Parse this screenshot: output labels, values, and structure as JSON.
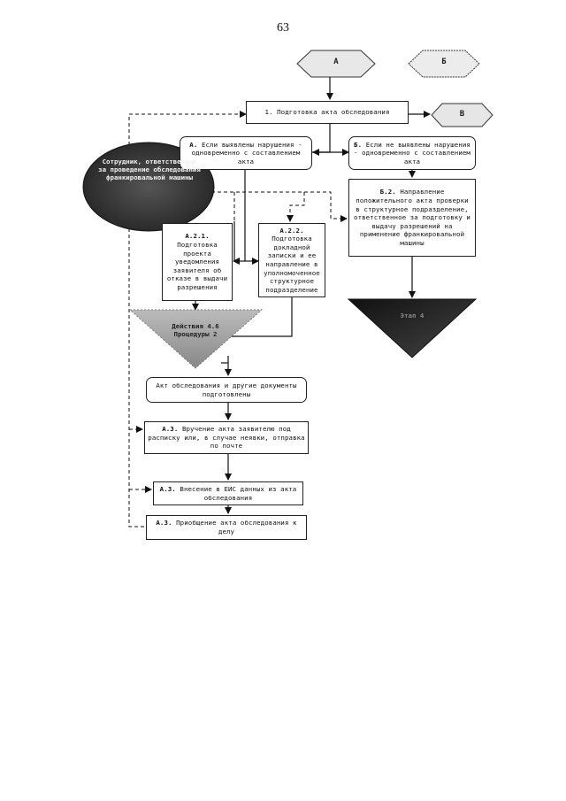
{
  "page_number": "63",
  "connectors": {
    "a": "А",
    "b": "Б",
    "v": "В"
  },
  "nodes": {
    "step1": "1. Подготовка акта обследования",
    "a_cond_label": "А.",
    "a_cond_text": "Если выявлены нарушения - одновременно с составлением акта",
    "b_cond_label": "Б.",
    "b_cond_text": "Если не выявлены нарушения - одновременно с составлением акта",
    "b2_label": "Б.2.",
    "b2_text": "Направление положительного акта проверки в структурное подразделение, ответственное за подготовку и выдачу разрешений на применение франкировальной машины",
    "a21_label": "А.2.1.",
    "a21_text": "Подготовка проекта уведомления заявителя об отказе в выдачи разрешения",
    "a22_label": "А.2.2.",
    "a22_text": "Подготовка докладной записки и ее направление в уполномоченное структурное подразделение",
    "docs_ready": "Акт обследования и другие документы подготовлены",
    "a3_label": "А.3.",
    "a3_text": "Вручение акта заявителю под расписку или, в случае неявки, отправка по почте",
    "a3b_label": "А.3.",
    "a3b_text": "Внесение в ЕИС данных из акта обследования",
    "a3c_label": "А.3.",
    "a3c_text": "Приобщение акта обследования к делу"
  },
  "overlays": {
    "oval_text": "Сотрудник, ответственный за проведение обследования франкировальной машины",
    "left_triangle_text": "Действия 4.6 Процедуры 2",
    "right_triangle_text": "Этап 4"
  }
}
